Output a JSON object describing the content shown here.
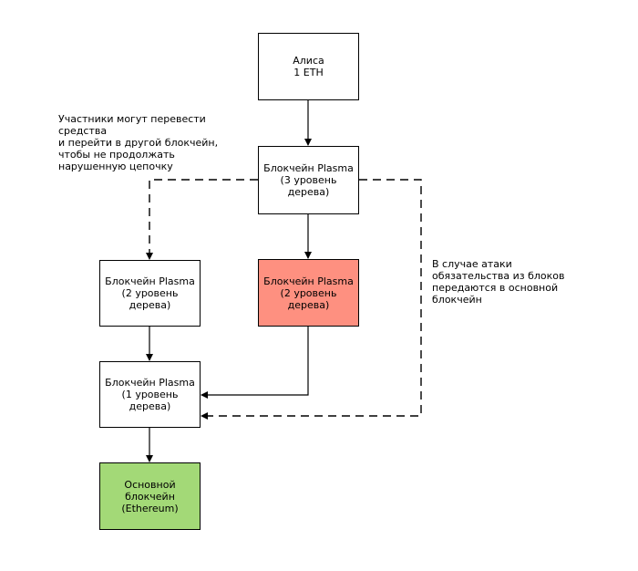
{
  "nodes": {
    "alice": {
      "lines": [
        "Алиса",
        "1 ETH"
      ],
      "color": "#ffffff"
    },
    "plasma_l3": {
      "lines": [
        "Блокчейн Plasma",
        "(3 уровень",
        "дерева)"
      ],
      "color": "#ffffff"
    },
    "plasma_l2_left": {
      "lines": [
        "Блокчейн Plasma",
        "(2 уровень",
        "дерева)"
      ],
      "color": "#ffffff"
    },
    "plasma_l2_attacked": {
      "lines": [
        "Блокчейн Plasma",
        "(2 уровень",
        "дерева)"
      ],
      "color": "#fe9080"
    },
    "plasma_l1": {
      "lines": [
        "Блокчейн Plasma",
        "(1 уровень",
        "дерева)"
      ],
      "color": "#ffffff"
    },
    "mainchain": {
      "lines": [
        "Основной",
        "блокчейн",
        "(Ethereum)"
      ],
      "color": "#a3d977"
    }
  },
  "notes": {
    "exit_note": [
      "Участники могут перевести",
      "средства",
      "и перейти в другой блокчейн,",
      "чтобы не продолжать",
      "нарушенную цепочку"
    ],
    "attack_note": [
      "В случае атаки",
      "обязательства из блоков",
      "передаются в основной",
      "блокчейн"
    ]
  }
}
